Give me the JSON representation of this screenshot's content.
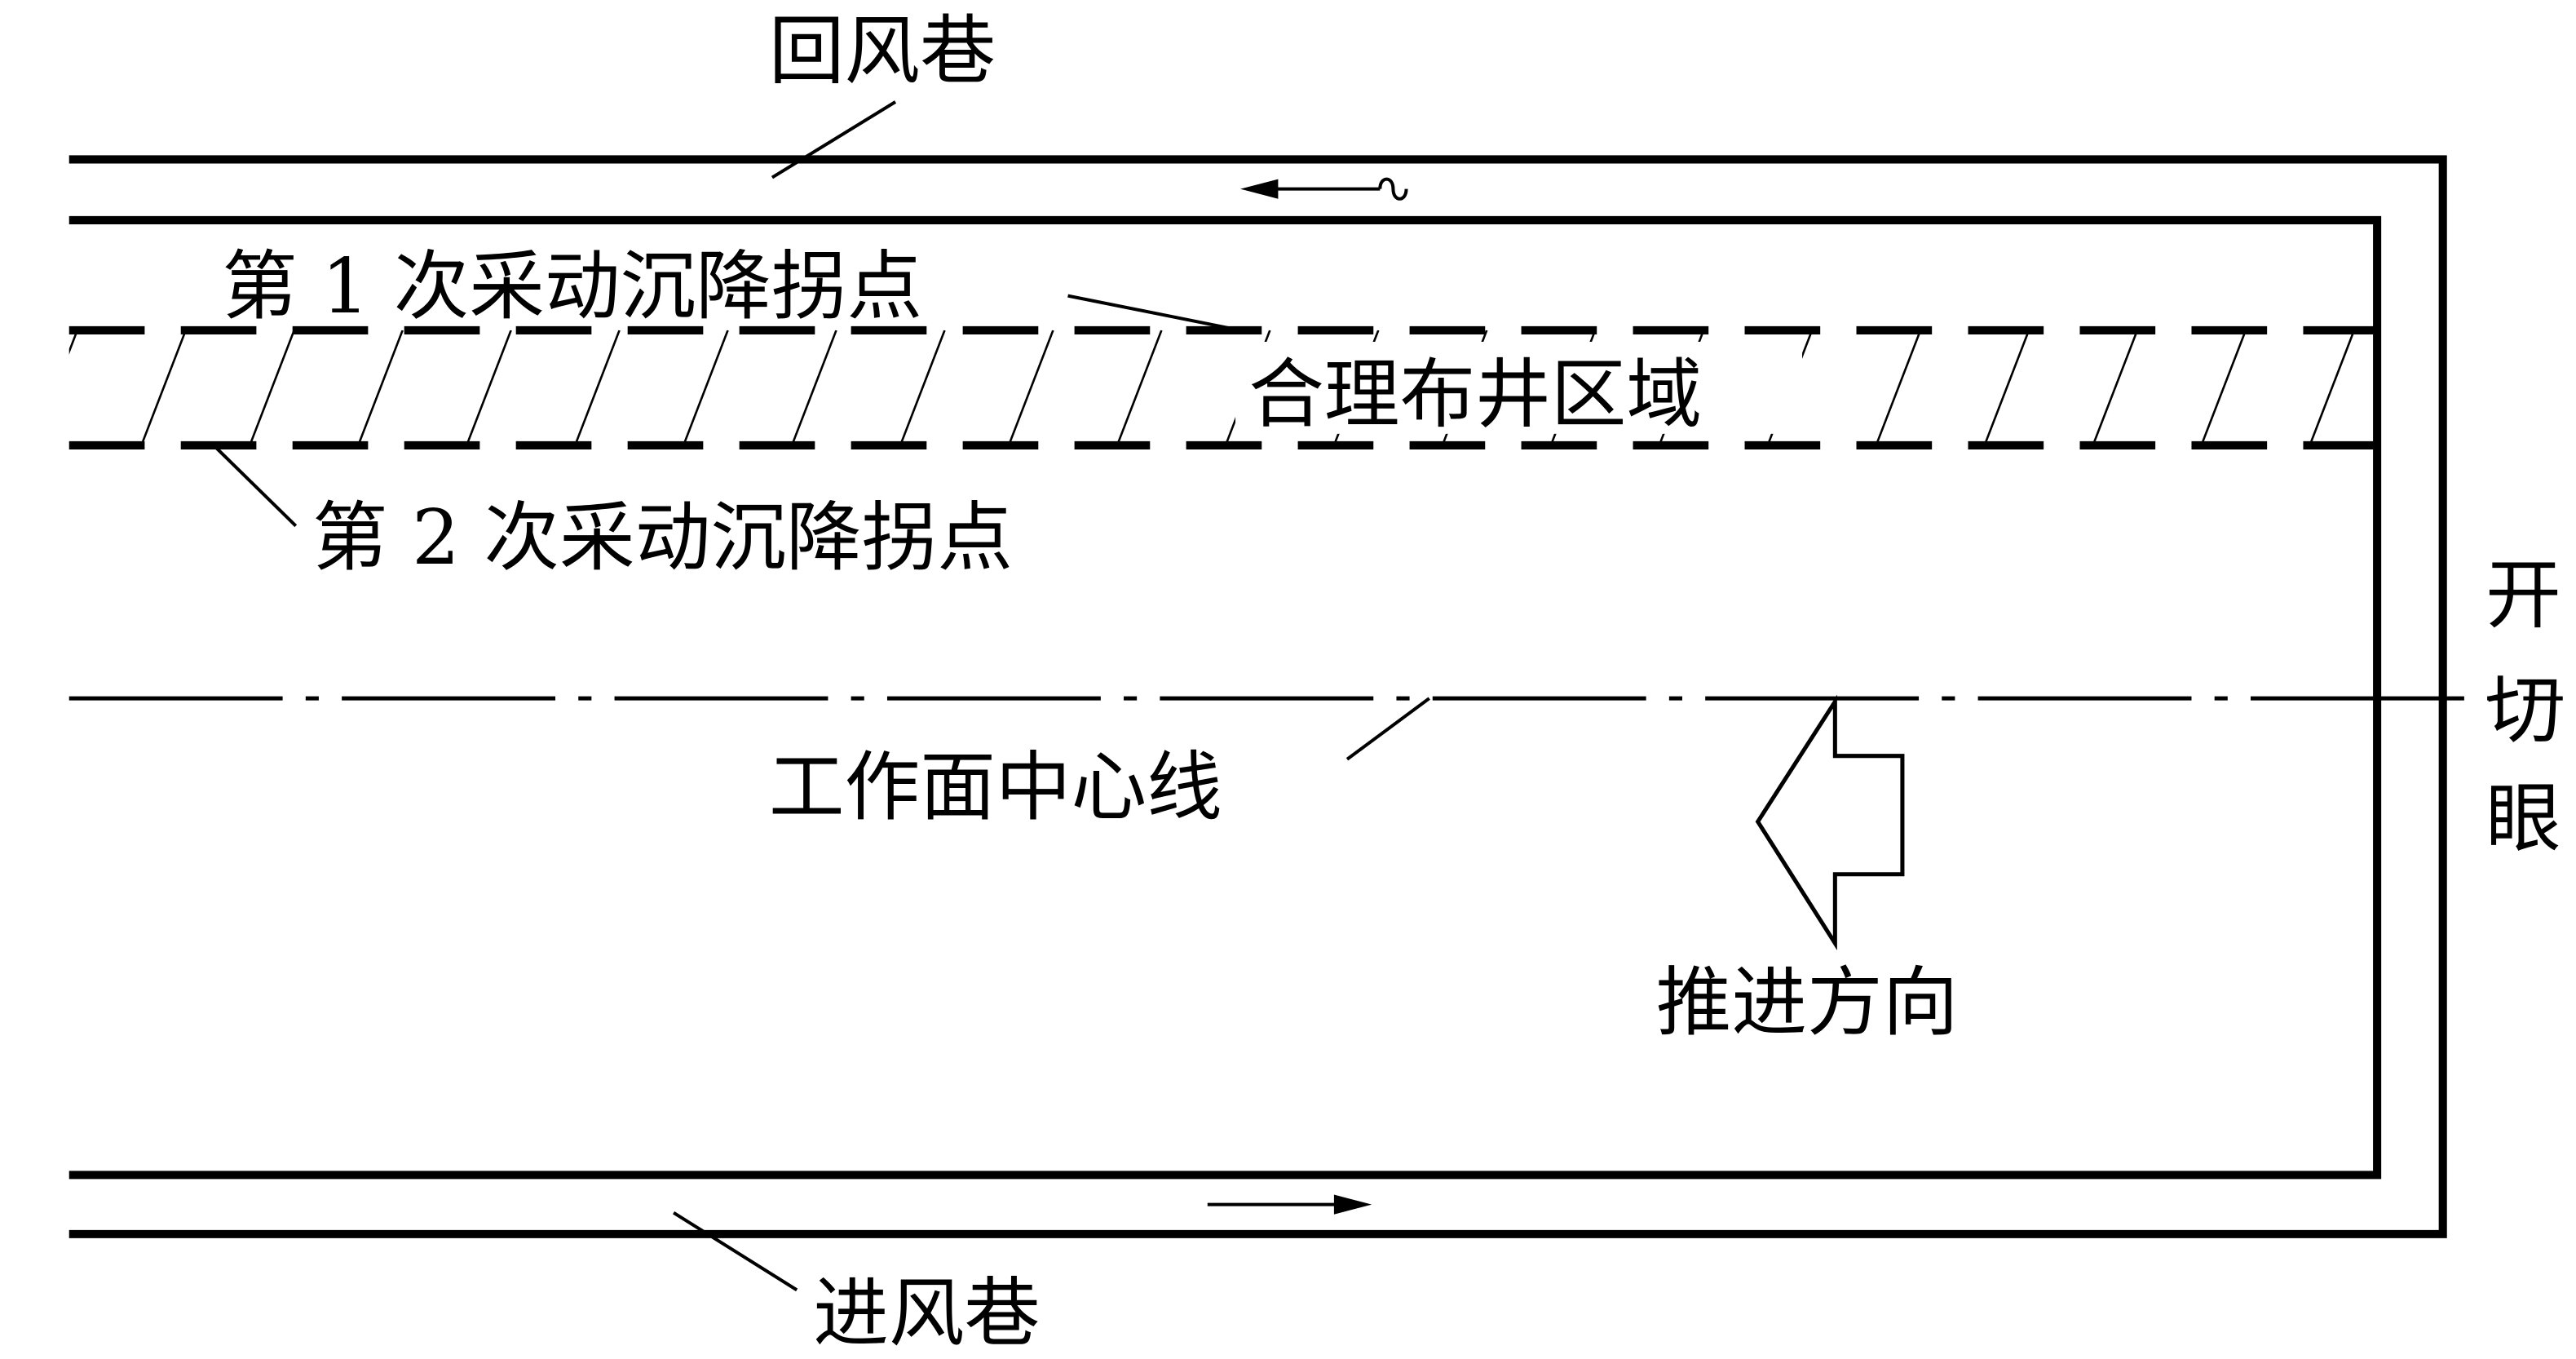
{
  "labels": {
    "return_airway": "回风巷",
    "intake_airway": "进风巷",
    "first_inflection": "第 1 次采动沉降拐点",
    "second_inflection": "第 2 次采动沉降拐点",
    "reasonable_zone": "合理布井区域",
    "centerline": "工作面中心线",
    "advance_direction": "推进方向",
    "open_cut": [
      "开",
      "切",
      "眼"
    ]
  },
  "colors": {
    "line": "#000000",
    "background": "#ffffff"
  }
}
